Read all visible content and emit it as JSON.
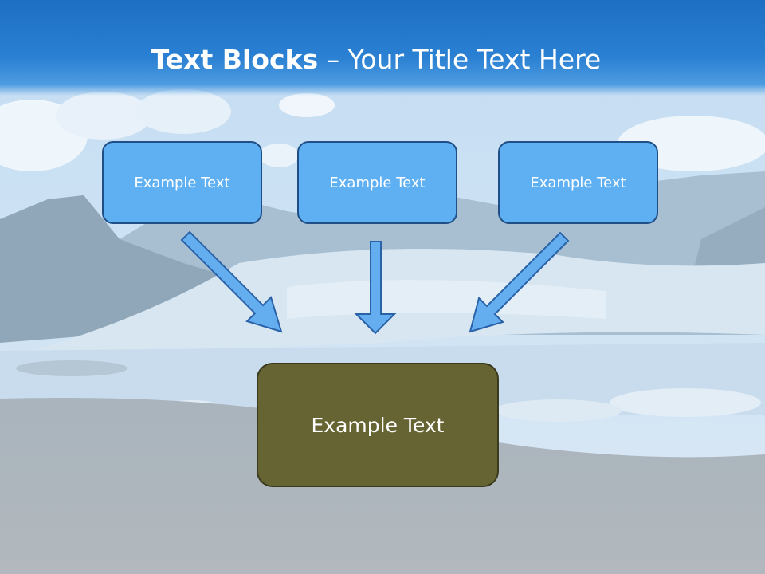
{
  "title": {
    "bold": "Text Blocks",
    "separator": " – ",
    "rest": "Your Title Text Here"
  },
  "blocks": {
    "left": "Example Text",
    "center": "Example Text",
    "right": "Example Text",
    "result": "Example Text"
  },
  "colors": {
    "header": "#1d6fc4",
    "block_fill": "#5fb0f2",
    "block_border": "#1f4f86",
    "arrow_fill": "#64aef0",
    "arrow_stroke": "#2a62a8",
    "result_fill": "#676433"
  }
}
